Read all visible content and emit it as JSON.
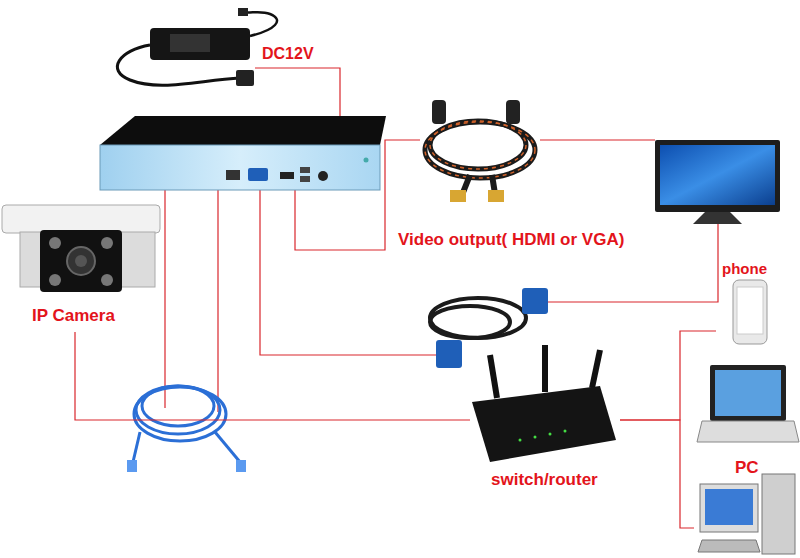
{
  "diagram": {
    "nodes": [
      {
        "text": [
          "IP Camera"
        ]
      },
      {
        "text": [
          "phone"
        ]
      },
      {
        "text": [
          "switch/router"
        ]
      },
      {
        "text": [
          "PC"
        ]
      }
    ],
    "edges": [
      {
        "from": 0,
        "to": 2,
        "arrow": "none"
      },
      {
        "from": 2,
        "to": 1,
        "arrow": "none"
      },
      {
        "from": 2,
        "to": 3,
        "arrow": "none"
      }
    ],
    "labels": [
      "DC12V",
      "Video output( HDMI or VGA)"
    ]
  }
}
